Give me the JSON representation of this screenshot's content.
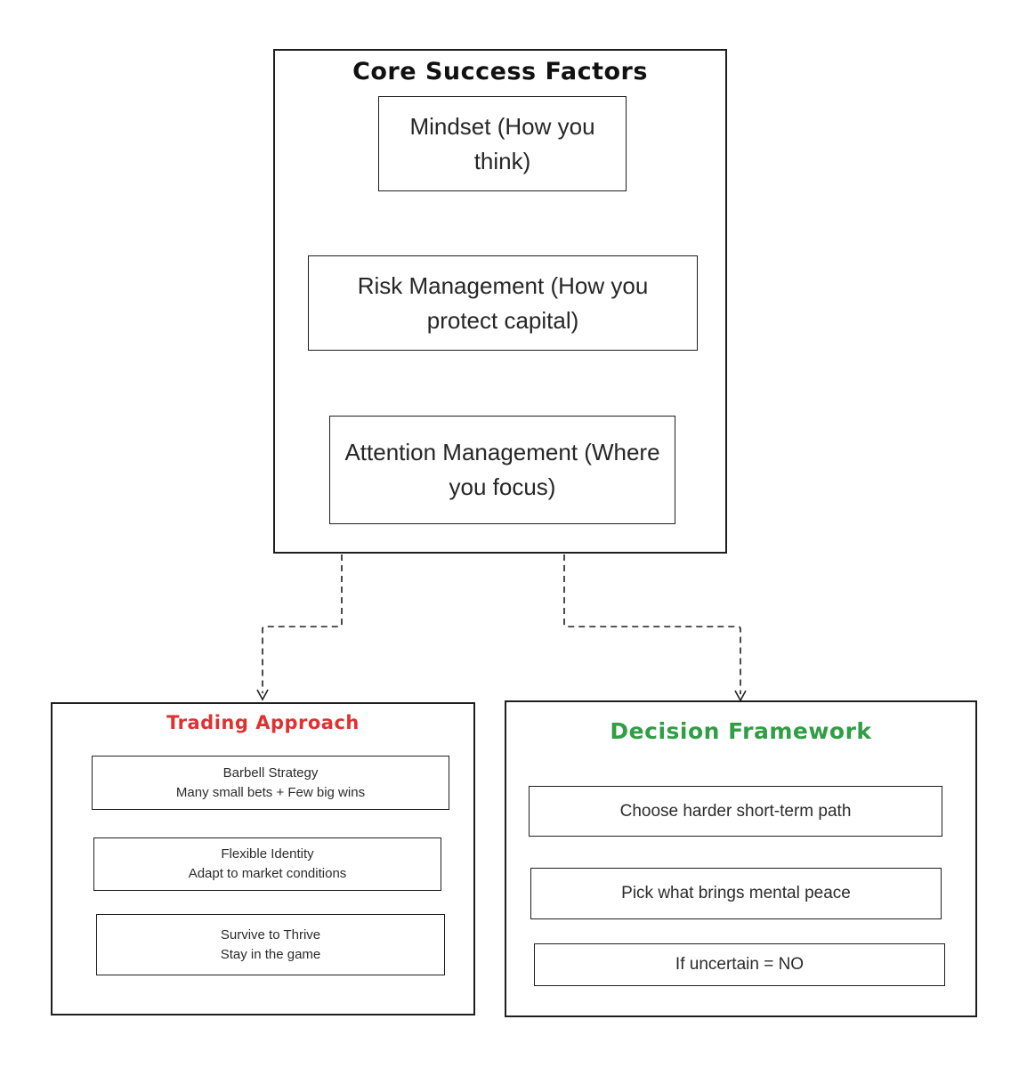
{
  "palette": {
    "ink": "#1e1e1e",
    "red": "#e03131",
    "green": "#2f9e44",
    "background": "#ffffff"
  },
  "core": {
    "title": "Core Success Factors",
    "items": [
      {
        "label": "Mindset (How you think)"
      },
      {
        "label": "Risk Management (How you protect capital)"
      },
      {
        "label": "Attention Management (Where you focus)"
      }
    ]
  },
  "trading": {
    "title": "Trading Approach",
    "title_color": "#e03131",
    "items": [
      {
        "line1": "Barbell Strategy",
        "line2": "Many small bets + Few big wins"
      },
      {
        "line1": "Flexible Identity",
        "line2": "Adapt to market conditions"
      },
      {
        "line1": "Survive to Thrive",
        "line2": "Stay in the game"
      }
    ]
  },
  "decision": {
    "title": "Decision Framework",
    "title_color": "#2f9e44",
    "items": [
      {
        "label": "Choose harder short-term path"
      },
      {
        "label": "Pick what brings mental peace"
      },
      {
        "label": "If uncertain = NO"
      }
    ]
  }
}
